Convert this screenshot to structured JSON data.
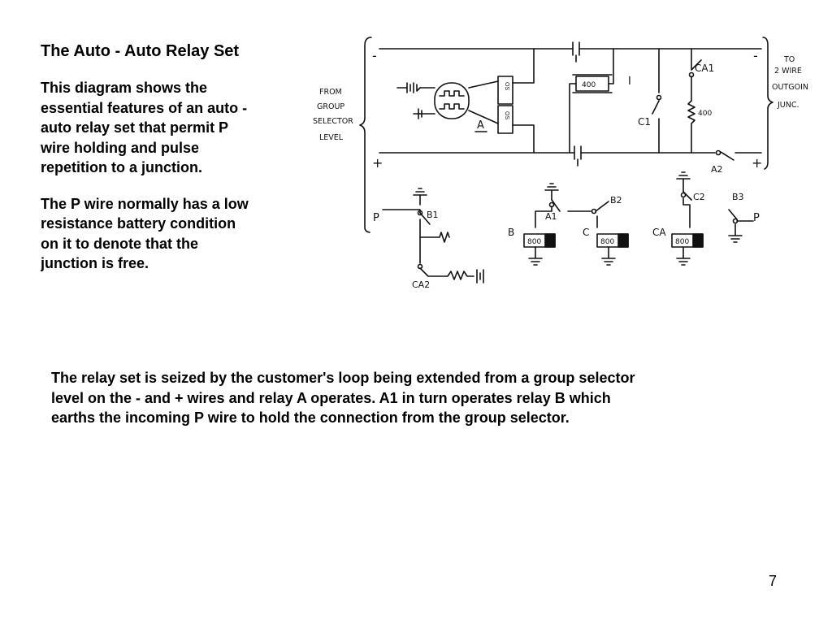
{
  "slide": {
    "title": "The Auto - Auto Relay Set",
    "para1": [
      "This diagram shows the",
      "essential features of an auto -",
      "auto relay set that permit P",
      "wire holding and pulse",
      "repetition to a junction."
    ],
    "para2": [
      "The P wire normally has a low",
      "resistance battery condition",
      "on it to denote that the",
      "junction is free."
    ],
    "bottom": [
      "The relay set is seized by the customer's loop being extended from a group selector",
      "level on the - and + wires and relay A operates. A1 in turn operates relay B which",
      "earths the incoming P wire to hold the connection from the group selector."
    ],
    "page_number": "7"
  },
  "diagram": {
    "from_group": [
      "FROM",
      "GROUP",
      "SELECTOR",
      "LEVEL"
    ],
    "to_2wire": [
      "TO",
      "2 WIRE",
      "OUTGOING",
      "JUNC."
    ],
    "minus": "-",
    "plus": "+",
    "relay_i_value": "400",
    "relay_i_label": "I",
    "resistor_value": "400",
    "relay_a_label": "A",
    "relay_a_coil": "OS",
    "contacts": {
      "ca1": "CA1",
      "c1": "C1",
      "a2": "A2",
      "b1": "B1",
      "ca2": "CA2",
      "a1": "A1",
      "b2": "B2",
      "c2": "C2",
      "b3": "B3"
    },
    "p_in": "P",
    "p_out": "P",
    "relays": [
      {
        "label": "B",
        "value": "800"
      },
      {
        "label": "C",
        "value": "800"
      },
      {
        "label": "CA",
        "value": "800"
      }
    ]
  }
}
